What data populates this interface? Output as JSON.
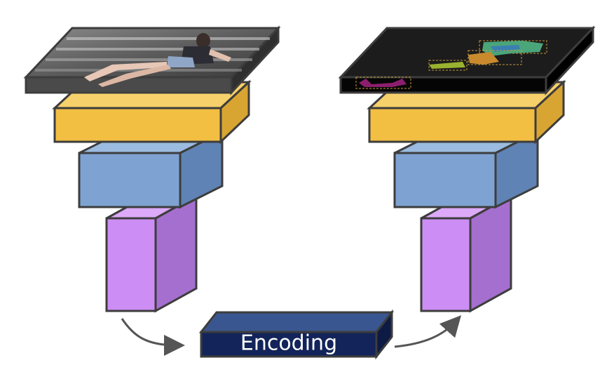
{
  "diagram": {
    "encoding_label": "Encoding",
    "input_image": {
      "description_icon": "photo-of-seated-person"
    },
    "output_image": {
      "description_icon": "segmentation-mask"
    },
    "colors": {
      "block_outline": "#3d3d3d",
      "yellow_front": "#f2bf42",
      "yellow_side": "#d9a532",
      "yellow_top": "#f6d06a",
      "blue_front": "#7ea3d2",
      "blue_side": "#5f83b4",
      "blue_top": "#9bbbe0",
      "purple_front": "#cc8ef4",
      "purple_side": "#a56fcf",
      "purple_top": "#dcaaf8",
      "encoding_front": "#12245a",
      "encoding_top": "#3a5690",
      "encoding_side": "#0d1a44",
      "arrow": "#555555"
    }
  }
}
